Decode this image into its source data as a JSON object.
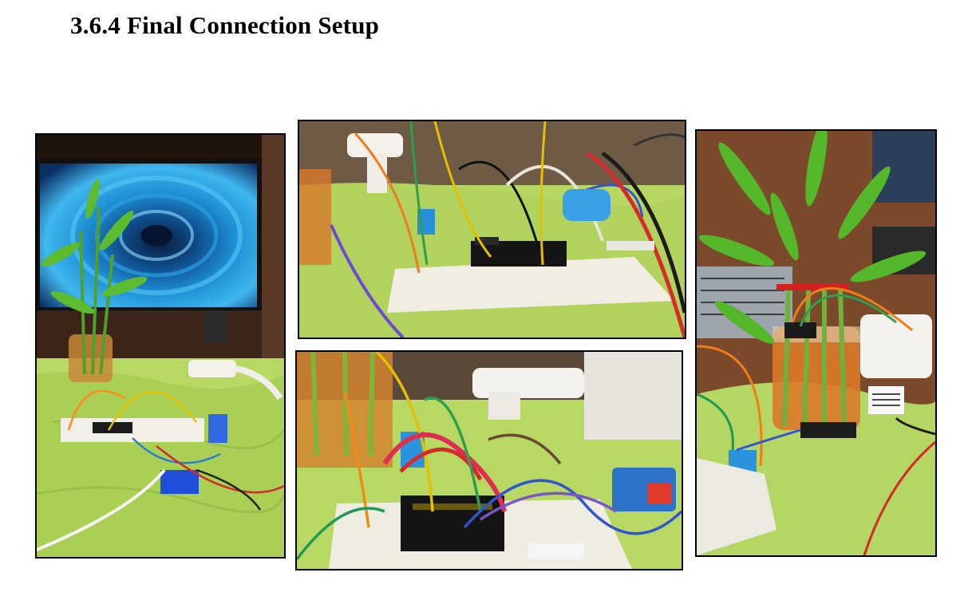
{
  "section": {
    "heading": "3.6.4 Final Connection Setup"
  },
  "photos": [
    {
      "id": "desk-overview",
      "content": "photo"
    },
    {
      "id": "breadboard-top",
      "content": "photo"
    },
    {
      "id": "breadboard-closeup",
      "content": "photo"
    },
    {
      "id": "plant-sensor-side",
      "content": "photo"
    }
  ]
}
